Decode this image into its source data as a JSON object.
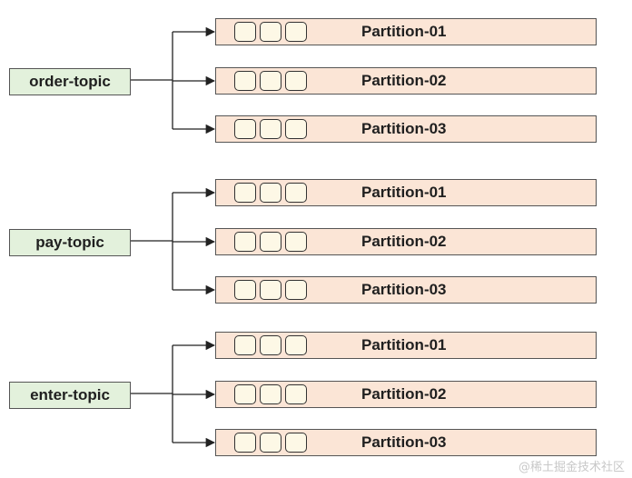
{
  "groups": [
    {
      "topic": "order-topic",
      "partitions": [
        "Partition-01",
        "Partition-02",
        "Partition-03"
      ]
    },
    {
      "topic": "pay-topic",
      "partitions": [
        "Partition-01",
        "Partition-02",
        "Partition-03"
      ]
    },
    {
      "topic": "enter-topic",
      "partitions": [
        "Partition-01",
        "Partition-02",
        "Partition-03"
      ]
    }
  ],
  "watermark": "@稀土掘金技术社区",
  "colors": {
    "topic_fill": "#e3f1dc",
    "partition_fill": "#fbe5d6",
    "slot_fill": "#fdf8e6",
    "border": "#555555"
  }
}
